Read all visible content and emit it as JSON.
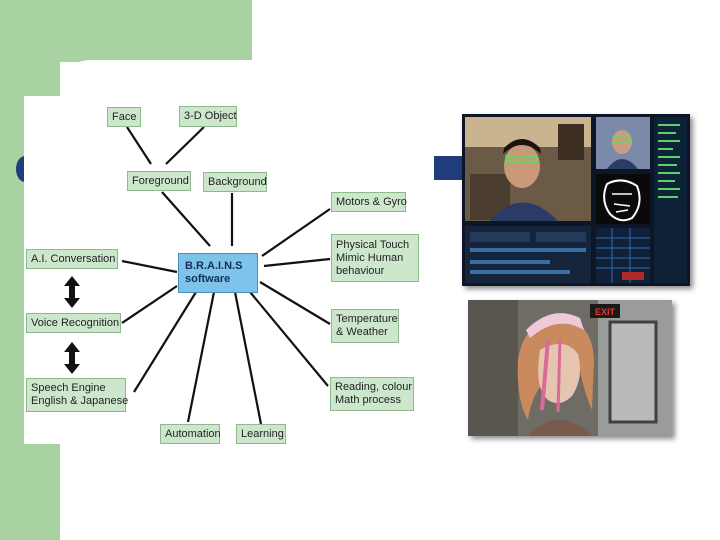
{
  "diagram": {
    "center": [
      "B.R.A.I.N.S",
      "software"
    ],
    "nodes": {
      "face": [
        "Face"
      ],
      "object3d": [
        "3-D Object"
      ],
      "foreground": [
        "Foreground"
      ],
      "background": [
        "Background"
      ],
      "motors": [
        "Motors & Gyro"
      ],
      "touch": [
        "Physical Touch",
        "Mimic Human",
        "behaviour"
      ],
      "temperature": [
        "Temperature",
        "& Weather"
      ],
      "reading": [
        "Reading, colour",
        "Math process"
      ],
      "learning": [
        "Learning"
      ],
      "automation": [
        "Automation"
      ],
      "speech": [
        "Speech Engine",
        "English & Japanese"
      ],
      "voice": [
        "Voice Recognition"
      ],
      "ai": [
        "A.I. Conversation"
      ]
    }
  },
  "screenshot": {
    "exit_sign": "EXIT"
  }
}
